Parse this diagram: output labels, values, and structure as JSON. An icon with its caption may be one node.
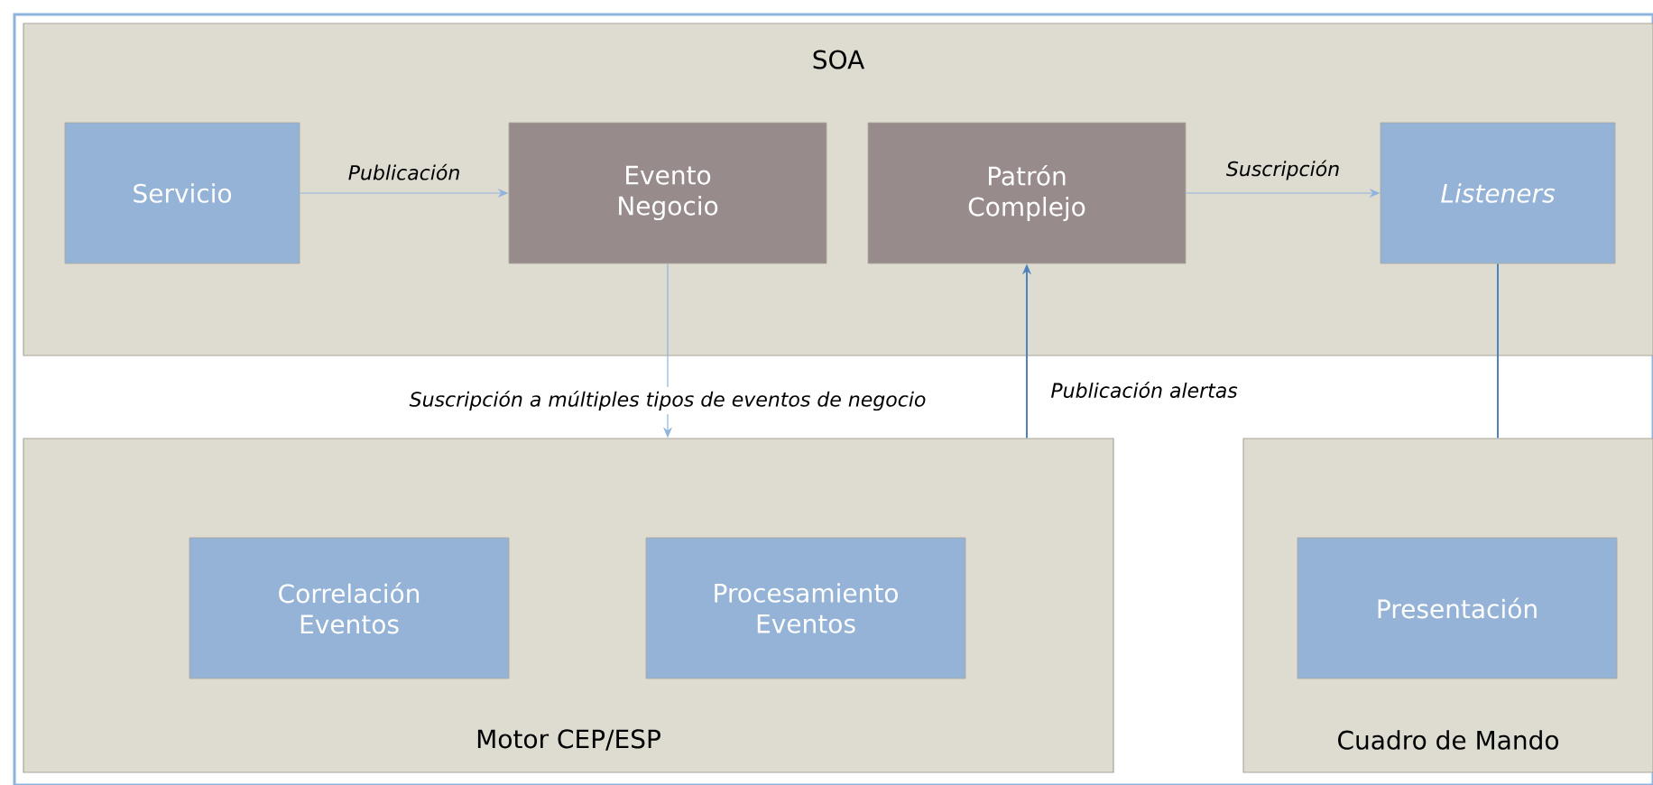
{
  "diagram": {
    "nodes": [
      {
        "text": [
          "SOA"
        ]
      },
      {
        "text": [
          "Servicio"
        ],
        "in": 0
      },
      {
        "text": [
          "Evento Negocio"
        ],
        "in": 0
      },
      {
        "text": [
          "Patrón Complejo"
        ],
        "in": 0
      },
      {
        "text": [
          "*Listeners*"
        ],
        "in": 0
      },
      {
        "text": [
          "Motor CEP/ESP"
        ]
      },
      {
        "text": [
          "Correlación Eventos"
        ],
        "in": 5
      },
      {
        "text": [
          "Procesamiento Eventos"
        ],
        "in": 5
      },
      {
        "text": [
          "Cuadro de Mando"
        ]
      },
      {
        "text": [
          "Presentación"
        ],
        "in": 8
      }
    ],
    "edges": [
      {
        "from": 1,
        "to": 2,
        "arrow": "to",
        "label": "Publicación"
      },
      {
        "from": 2,
        "to": 5,
        "arrow": "to",
        "label": "Suscripción a múltiples tipos de eventos de negocio"
      },
      {
        "from": 5,
        "to": 3,
        "arrow": "to",
        "label": "Publicación alertas",
        "color": "#4f81bd"
      },
      {
        "from": 3,
        "to": 4,
        "arrow": "to",
        "label": "Suscripción"
      },
      {
        "from": 4,
        "to": 8,
        "arrow": "none",
        "color": "#4f81bd"
      }
    ]
  }
}
